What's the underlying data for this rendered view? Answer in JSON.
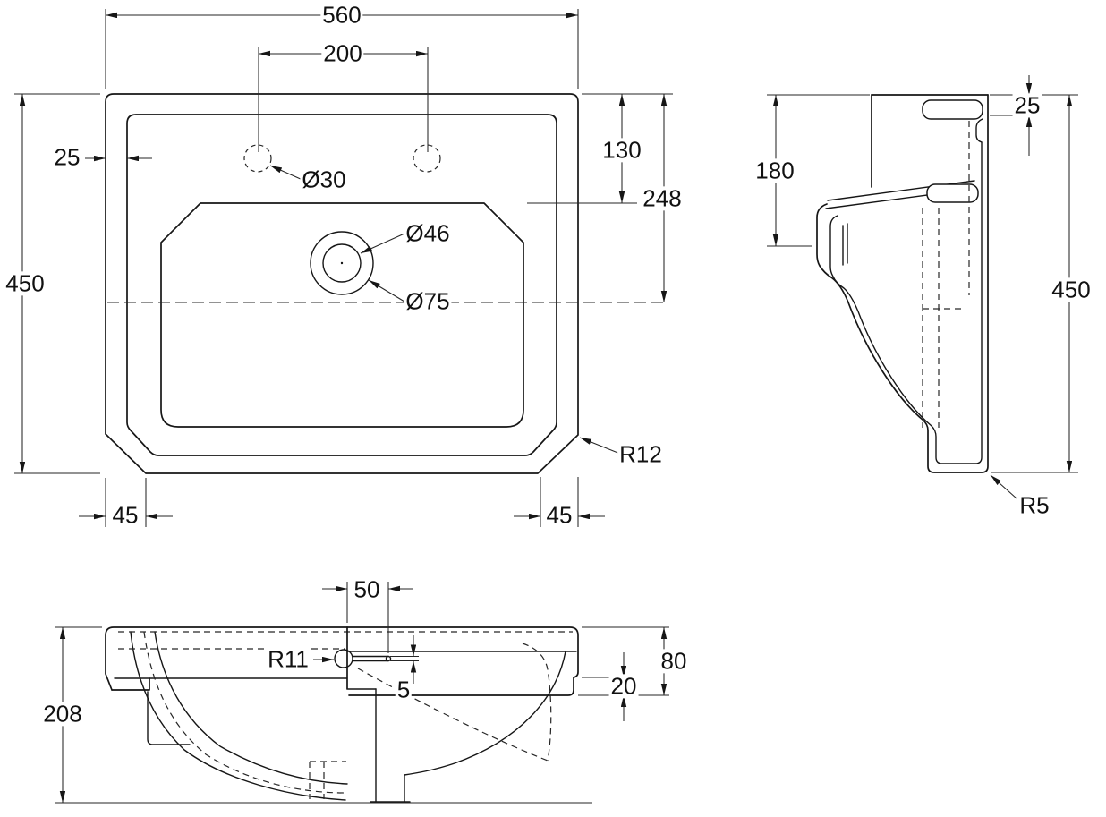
{
  "drawing": {
    "views": {
      "plan": {
        "dims": {
          "width": "560",
          "tap_spacing": "200",
          "rim_width": "25",
          "tap_hole_dia": "Ø30",
          "deck_depth": "130",
          "drain_center": "248",
          "drain_inner_dia": "Ø46",
          "drain_outer_dia": "Ø75",
          "depth": "450",
          "chamfer_left": "45",
          "chamfer_right": "45",
          "corner_radius": "R12"
        }
      },
      "side": {
        "dims": {
          "rim_thickness": "25",
          "front_depth": "180",
          "height": "450",
          "corner_radius": "R5"
        }
      },
      "front": {
        "dims": {
          "overflow_offset": "50",
          "overflow_radius": "R11",
          "overflow_slot_height": "5",
          "height": "208",
          "side_height": "80",
          "step": "20"
        }
      }
    }
  }
}
